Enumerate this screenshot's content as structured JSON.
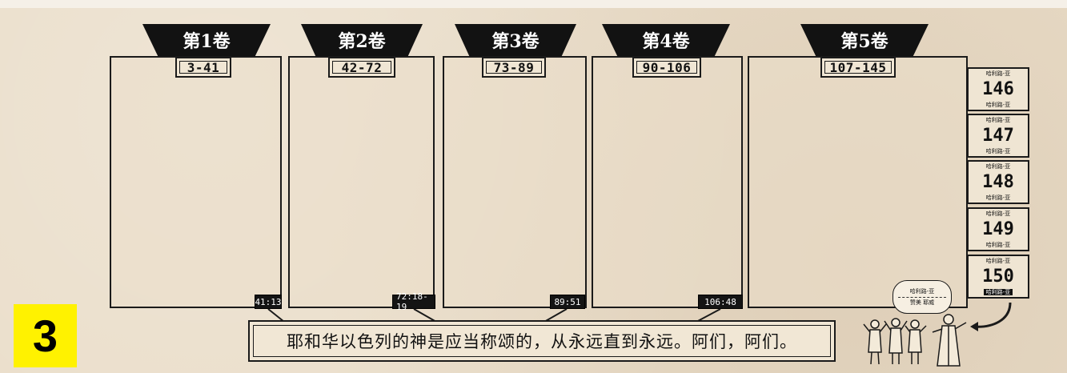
{
  "volumes": [
    {
      "title": "第1卷",
      "range": "3-41",
      "doxology_ref": "41:13"
    },
    {
      "title": "第2卷",
      "range": "42-72",
      "doxology_ref": "72:18-19"
    },
    {
      "title": "第3卷",
      "range": "73-89",
      "doxology_ref": "89:51"
    },
    {
      "title": "第4卷",
      "range": "90-106",
      "doxology_ref": "106:48"
    },
    {
      "title": "第5卷",
      "range": "107-145",
      "doxology_ref": ""
    }
  ],
  "final_psalms": [
    {
      "top": "哈利路-亚",
      "number": "146",
      "bottom": "哈利路-亚"
    },
    {
      "top": "哈利路-亚",
      "number": "147",
      "bottom": "哈利路-亚"
    },
    {
      "top": "哈利路-亚",
      "number": "148",
      "bottom": "哈利路-亚"
    },
    {
      "top": "哈利路-亚",
      "number": "149",
      "bottom": "哈利路-亚"
    },
    {
      "top": "哈利路-亚",
      "number": "150",
      "bottom": "哈利路-亚"
    }
  ],
  "quote": "耶和华以色列的神是应当称颂的，从永远直到永远。阿们，阿们。",
  "speech_bubble": {
    "line1": "哈利路-亚",
    "line2": "赞美 耶威"
  },
  "badge_number": "3",
  "colors": {
    "badge": "#fff200",
    "ink": "#1a1a1a",
    "paper": "#e9dcc7"
  }
}
